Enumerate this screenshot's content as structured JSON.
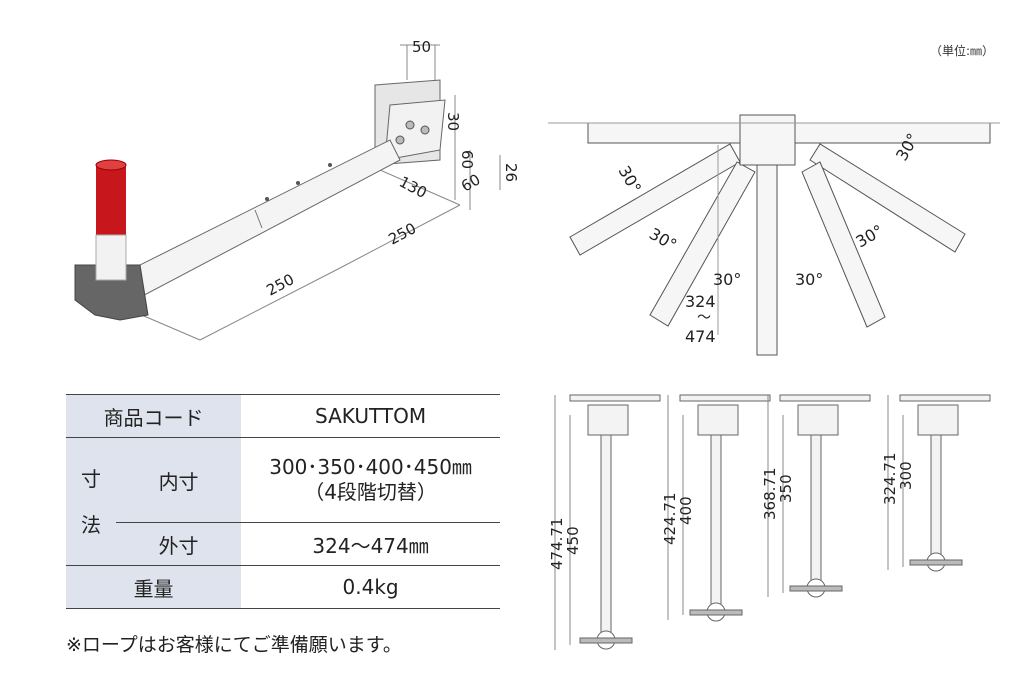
{
  "unit_note": "（単位:㎜）",
  "perspective": {
    "dims": [
      "50",
      "30",
      "60",
      "60",
      "26",
      "130",
      "250",
      "250"
    ]
  },
  "fan_view": {
    "angles": [
      "30°",
      "30°",
      "30°",
      "30°",
      "30°",
      "30°"
    ],
    "length_min": "324",
    "length_tilde": "〜",
    "length_max": "474"
  },
  "side_views": [
    {
      "overall": "474.71",
      "arm": "450"
    },
    {
      "overall": "424.71",
      "arm": "400"
    },
    {
      "overall": "368.71",
      "arm": "350"
    },
    {
      "overall": "324.71",
      "arm": "300"
    }
  ],
  "spec_table": {
    "code_label": "商品コード",
    "code_value": "SAKUTTOM",
    "dim_label_1": "寸",
    "dim_label_2": "法",
    "inner_label": "内寸",
    "inner_value": "300･350･400･450㎜",
    "inner_note": "（4段階切替）",
    "outer_label": "外寸",
    "outer_value": "324～474㎜",
    "weight_label": "重量",
    "weight_value": "0.4kg"
  },
  "note": "※ロープはお客様にてご準備願います。"
}
